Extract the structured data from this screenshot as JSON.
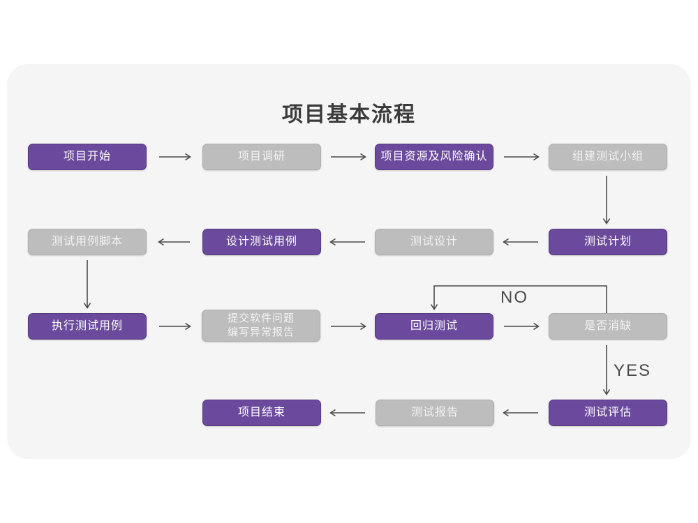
{
  "title": "项目基本流程",
  "colors": {
    "primary": "#6b4a9d",
    "secondary": "#bdbdbd",
    "canvas": "#f5f5f6",
    "arrow": "#4a4a4a"
  },
  "flowchart": {
    "type": "flowchart",
    "nodes": [
      {
        "id": "project-start",
        "label": "项目开始",
        "style": "primary"
      },
      {
        "id": "project-research",
        "label": "项目调研",
        "style": "secondary"
      },
      {
        "id": "resources-risk-confirm",
        "label": "项目资源及风险确认",
        "style": "primary"
      },
      {
        "id": "build-test-team",
        "label": "组建测试小组",
        "style": "secondary"
      },
      {
        "id": "test-plan",
        "label": "测试计划",
        "style": "primary"
      },
      {
        "id": "test-design",
        "label": "测试设计",
        "style": "secondary"
      },
      {
        "id": "design-test-cases",
        "label": "设计测试用例",
        "style": "primary"
      },
      {
        "id": "test-case-scripts",
        "label": "测试用例脚本",
        "style": "secondary"
      },
      {
        "id": "execute-test-cases",
        "label": "执行测试用例",
        "style": "primary"
      },
      {
        "id": "submit-issues-report",
        "label": "提交软件问题\n编写异常报告",
        "style": "secondary"
      },
      {
        "id": "regression-test",
        "label": "回归测试",
        "style": "primary"
      },
      {
        "id": "defect-resolved",
        "label": "是否消缺",
        "style": "secondary"
      },
      {
        "id": "test-evaluation",
        "label": "测试评估",
        "style": "primary"
      },
      {
        "id": "test-report",
        "label": "测试报告",
        "style": "secondary"
      },
      {
        "id": "project-end",
        "label": "项目结束",
        "style": "primary"
      }
    ],
    "edges": [
      {
        "from": "project-start",
        "to": "project-research"
      },
      {
        "from": "project-research",
        "to": "resources-risk-confirm"
      },
      {
        "from": "resources-risk-confirm",
        "to": "build-test-team"
      },
      {
        "from": "build-test-team",
        "to": "test-plan"
      },
      {
        "from": "test-plan",
        "to": "test-design"
      },
      {
        "from": "test-design",
        "to": "design-test-cases"
      },
      {
        "from": "design-test-cases",
        "to": "test-case-scripts"
      },
      {
        "from": "test-case-scripts",
        "to": "execute-test-cases"
      },
      {
        "from": "execute-test-cases",
        "to": "submit-issues-report"
      },
      {
        "from": "submit-issues-report",
        "to": "regression-test"
      },
      {
        "from": "regression-test",
        "to": "defect-resolved"
      },
      {
        "from": "defect-resolved",
        "to": "regression-test",
        "label": "NO"
      },
      {
        "from": "defect-resolved",
        "to": "test-evaluation",
        "label": "YES"
      },
      {
        "from": "test-evaluation",
        "to": "test-report"
      },
      {
        "from": "test-report",
        "to": "project-end"
      }
    ]
  }
}
